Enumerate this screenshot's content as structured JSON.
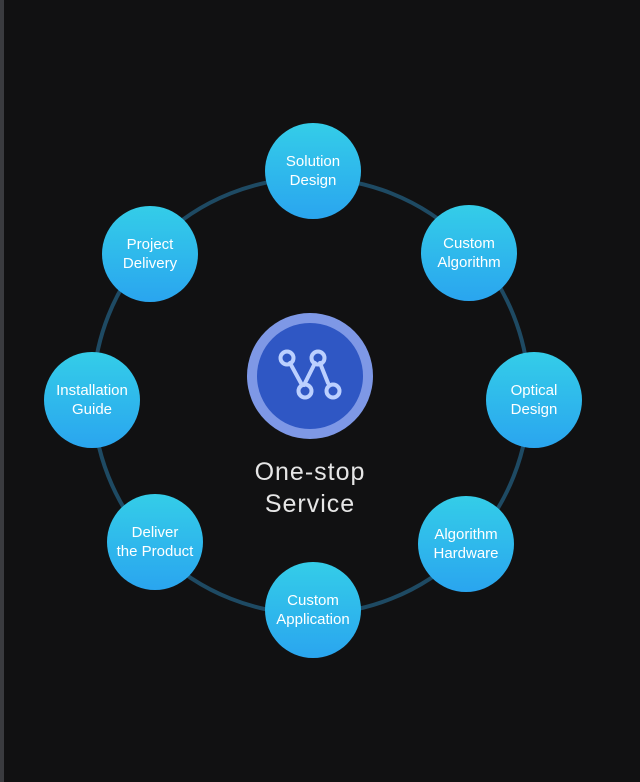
{
  "center": {
    "line1": "One-stop",
    "line2": "Service",
    "icon": "workflow-nodes-icon"
  },
  "nodes": [
    {
      "label": "Solution\nDesign"
    },
    {
      "label": "Custom\nAlgorithm"
    },
    {
      "label": "Optical\nDesign"
    },
    {
      "label": "Algorithm\nHardware"
    },
    {
      "label": "Custom\nApplication"
    },
    {
      "label": "Deliver\nthe Product"
    },
    {
      "label": "Installation\nGuide"
    },
    {
      "label": "Project\nDelivery"
    }
  ],
  "colors": {
    "background": "#111112",
    "ring": "#1e4a63",
    "node_top": "#34cde8",
    "node_bottom": "#2aa5ef",
    "hub_outer": "#7e98e6",
    "hub_inner": "#2f57c4"
  }
}
